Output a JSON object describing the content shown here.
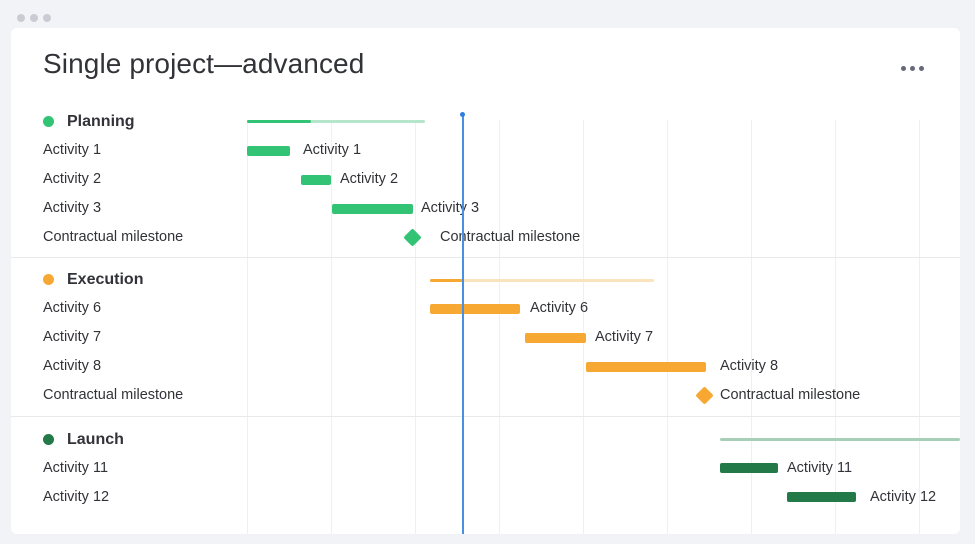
{
  "title": "Single project—advanced",
  "colors": {
    "planning": "#33c374",
    "execution": "#f7a833",
    "launch": "#237a48",
    "today": "#4a90e2"
  },
  "groups": [
    {
      "label": "Planning",
      "color": "#33c374",
      "rows": [
        {
          "label": "Activity 1",
          "bar_label": "Activity 1"
        },
        {
          "label": "Activity 2",
          "bar_label": "Activity 2"
        },
        {
          "label": "Activity 3",
          "bar_label": "Activity 3"
        },
        {
          "label": "Contractual milestone",
          "bar_label": "Contractual milestone"
        }
      ]
    },
    {
      "label": "Execution",
      "color": "#f7a833",
      "rows": [
        {
          "label": "Activity 6",
          "bar_label": "Activity 6"
        },
        {
          "label": "Activity 7",
          "bar_label": "Activity 7"
        },
        {
          "label": "Activity 8",
          "bar_label": "Activity 8"
        },
        {
          "label": "Contractual milestone",
          "bar_label": "Contractual milestone"
        }
      ]
    },
    {
      "label": "Launch",
      "color": "#237a48",
      "rows": [
        {
          "label": "Activity 11",
          "bar_label": "Activity 11"
        },
        {
          "label": "Activity 12",
          "bar_label": "Activity 12"
        }
      ]
    }
  ]
}
